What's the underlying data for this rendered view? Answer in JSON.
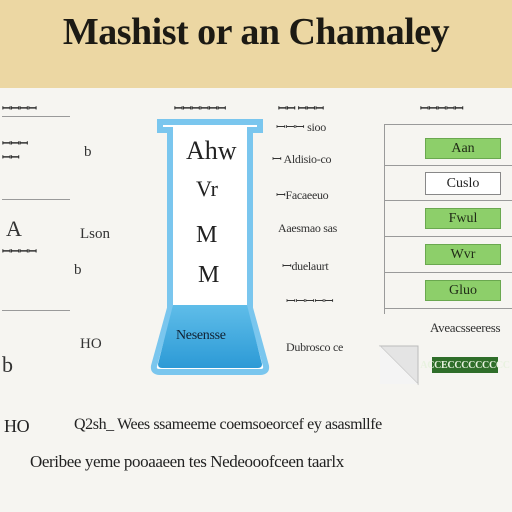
{
  "title": "Mashist or an Chamaley",
  "left": {
    "header": "ꟷꟷꟷꟷ",
    "labels": [
      "ꟷꟷꟷ",
      "ꟷꟷ",
      "ꟷꟷꟷꟷ"
    ],
    "r1a": "b",
    "r1b": "b",
    "r2a": "A",
    "r2b": "Lson",
    "r3a": "b",
    "r4a": "HO",
    "r4b": "b"
  },
  "flask": {
    "header": "ꟷꟷꟷꟷꟷꟷ",
    "lines": [
      "Ahw",
      "Vr",
      "M",
      "M"
    ],
    "liquid_label": "Nesensse"
  },
  "mid": {
    "header": "ꟷꟷ ꟷꟷꟷ",
    "labels": [
      "ꟷꟷꟷ sioo",
      "ꟷ Aldisio-co",
      "ꟷFacaeeuo",
      "Aaesmao sas",
      "ꟷduelaurt",
      "ꟷꟷꟷꟷꟷ",
      "Dubrosco ce"
    ]
  },
  "right": {
    "header": "ꟷꟷꟷꟷꟷ",
    "cells": [
      {
        "text": "Aan",
        "style": "green"
      },
      {
        "text": "Cuslo",
        "style": "white"
      },
      {
        "text": "Fwul",
        "style": "green"
      },
      {
        "text": "Wvr",
        "style": "green"
      },
      {
        "text": "Gluo",
        "style": "green"
      }
    ],
    "footer_label": "Aveacsseeress",
    "footer_bar": "ACCECCCCCCCCC"
  },
  "bottom": {
    "row1_left": "HO",
    "row1_right": "Q2sh_ Wees ssameeme coemsoeorcef ey asasmllfe",
    "row2": "Oeribee yeme pooaaeen tes Nedeooofceen taarlx"
  },
  "colors": {
    "title_band": "#ecd7a3",
    "flask_glass": "#7ac6ee",
    "liquid": "#38a7e0",
    "green_cell": "#8dcf6a",
    "dark_green": "#2f6e2a"
  }
}
